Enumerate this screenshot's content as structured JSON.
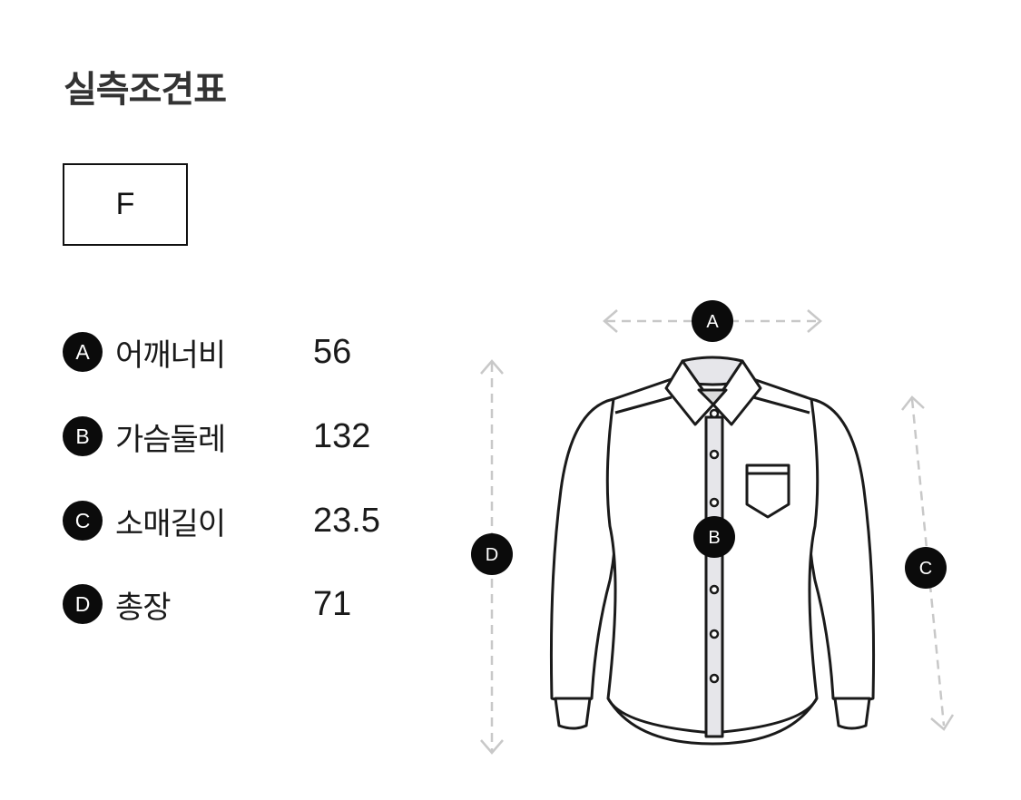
{
  "page": {
    "title": "실측조견표"
  },
  "size_tabs": [
    {
      "label": "F",
      "selected": true
    }
  ],
  "measurements": [
    {
      "marker": "A",
      "label": "어깨너비",
      "value": "56"
    },
    {
      "marker": "B",
      "label": "가슴둘레",
      "value": "132"
    },
    {
      "marker": "C",
      "label": "소매길이",
      "value": "23.5"
    },
    {
      "marker": "D",
      "label": "총장",
      "value": "71"
    }
  ],
  "diagram": {
    "garment": "long-sleeve shirt",
    "markers": {
      "a": "A",
      "b": "B",
      "c": "C",
      "d": "D"
    },
    "colors": {
      "badge": "#0b0b0b",
      "outline": "#1a1a1a",
      "dashed_guide": "#c8c8c8",
      "placket_fill": "#e6e6ea"
    }
  }
}
